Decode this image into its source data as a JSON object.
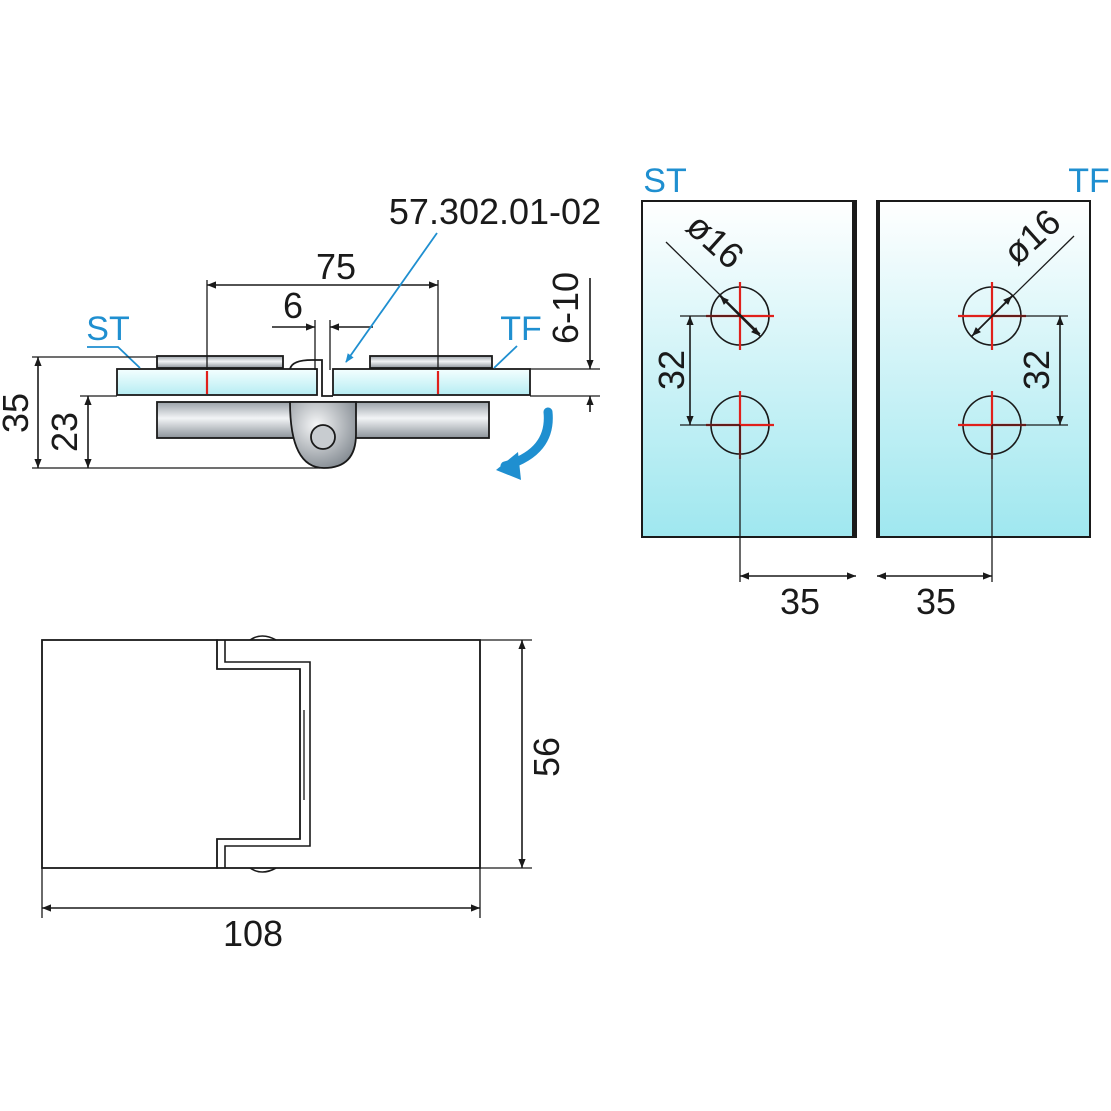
{
  "labels": {
    "part_number": "57.302.01-02",
    "st": "ST",
    "tf": "TF"
  },
  "dimensions": {
    "hole_spacing": "75",
    "gap": "6",
    "glass_thickness": "6-10",
    "overall_height": "35",
    "height_to_glass": "23",
    "hole_diameter_st": "ø16",
    "hole_diameter_tf": "ø16",
    "hole_pitch_st": "32",
    "hole_pitch_tf": "32",
    "edge_distance_st": "35",
    "edge_distance_tf": "35",
    "plan_height": "56",
    "plan_length": "108"
  },
  "colors": {
    "line": "#1a1a1a",
    "annotation_blue": "#1f8fd0",
    "centerline_red": "#e0201b",
    "glass_top": "#ffffff",
    "glass_bottom": "#9fe7ef"
  }
}
